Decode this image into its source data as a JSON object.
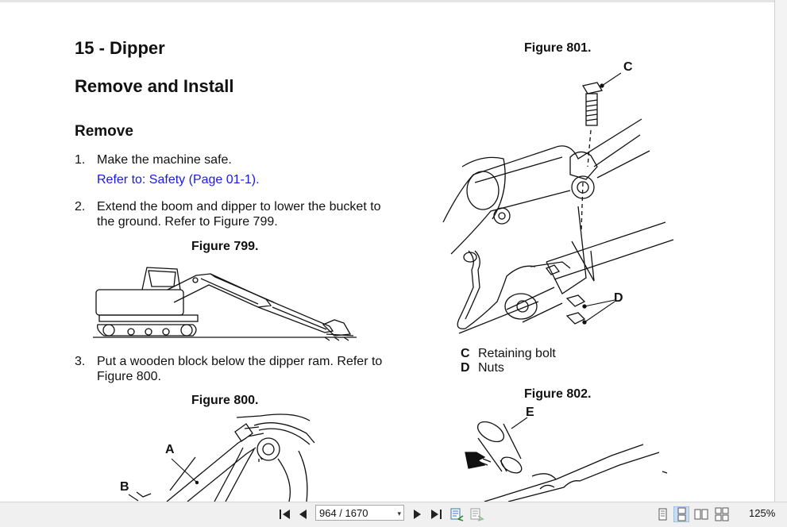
{
  "section_title": "15 - Dipper",
  "subsection_title": "Remove and Install",
  "procedure_title": "Remove",
  "steps": [
    {
      "num": "1.",
      "text": "Make the machine safe."
    },
    {
      "num": "2.",
      "text": "Extend the boom and dipper to lower the bucket to the ground. Refer to Figure 799."
    },
    {
      "num": "3.",
      "text": "Put a wooden block below the dipper ram. Refer to Figure 800."
    }
  ],
  "step1_link": "Refer to: Safety (Page 01-1).",
  "figures": {
    "f799": "Figure 799.",
    "f800": "Figure 800.",
    "f801": "Figure 801.",
    "f802": "Figure 802."
  },
  "callouts": {
    "a": "A",
    "b": "B",
    "c": "C",
    "d": "D",
    "e": "E"
  },
  "legend": [
    {
      "key": "C",
      "text": "Retaining bolt"
    },
    {
      "key": "D",
      "text": "Nuts"
    }
  ],
  "viewer": {
    "page_indicator": "964 / 1670",
    "zoom": "125%",
    "dropdown_glyph": "▾"
  }
}
